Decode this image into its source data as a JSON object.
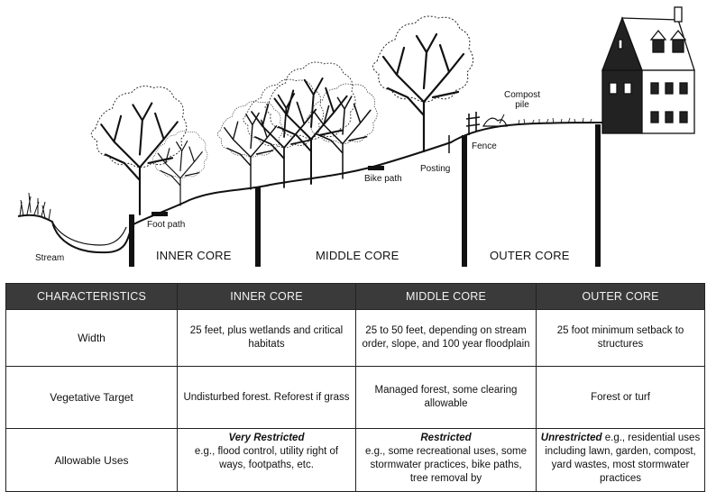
{
  "diagram": {
    "labels": {
      "stream": "Stream",
      "foot_path": "Foot path",
      "bike_path": "Bike path",
      "posting": "Posting",
      "fence": "Fence",
      "compost_pile": "Compost\npile"
    },
    "zones": {
      "inner": "INNER CORE",
      "middle": "MIDDLE CORE",
      "outer": "OUTER CORE"
    }
  },
  "table": {
    "headers": [
      "CHARACTERISTICS",
      "INNER CORE",
      "MIDDLE CORE",
      "OUTER CORE"
    ],
    "rows": [
      {
        "characteristic": "Width",
        "inner": "25 feet, plus wetlands and critical habitats",
        "middle": "25 to 50 feet, depending on stream order, slope, and 100 year floodplain",
        "outer": "25 foot minimum setback to structures"
      },
      {
        "characteristic": "Vegetative Target",
        "inner": "Undisturbed forest. Reforest if grass",
        "middle": "Managed forest, some clearing allowable",
        "outer": "Forest or turf"
      },
      {
        "characteristic": "Allowable Uses",
        "inner_emphasis": "Very Restricted",
        "inner": "e.g., flood control, utility right of ways, footpaths, etc.",
        "middle_emphasis": "Restricted",
        "middle": "e.g., some recreational uses, some stormwater practices, bike paths, tree removal by",
        "outer_emphasis": "Unrestricted",
        "outer": " e.g., residential uses including lawn, garden, compost, yard wastes, most stormwater practices"
      }
    ]
  },
  "colors": {
    "header_bg": "#3a3a3a",
    "header_text": "#f2f2f2",
    "ink": "#111111"
  }
}
